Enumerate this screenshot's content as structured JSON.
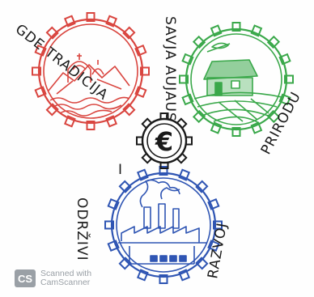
{
  "labels": {
    "top_left": "GDE TRADICIJA",
    "top_center": "SAVJA AUJAUS",
    "right": "PRIRODU",
    "bottom_right": "RAZVOJ",
    "bottom_left": "ODRŽIVI",
    "middle_connector": "I"
  },
  "center_symbol": "€",
  "watermark": {
    "logo_text": "CS",
    "line1": "Scanned with",
    "line2": "CamScanner"
  },
  "colors": {
    "red_gear": "#d9453f",
    "green_gear": "#3aa84a",
    "blue_gear": "#2f55b3",
    "black_gear": "#1a1a1a"
  },
  "icons": [
    "mountain-village-icon",
    "house-field-icon",
    "factory-icon",
    "euro-icon"
  ]
}
